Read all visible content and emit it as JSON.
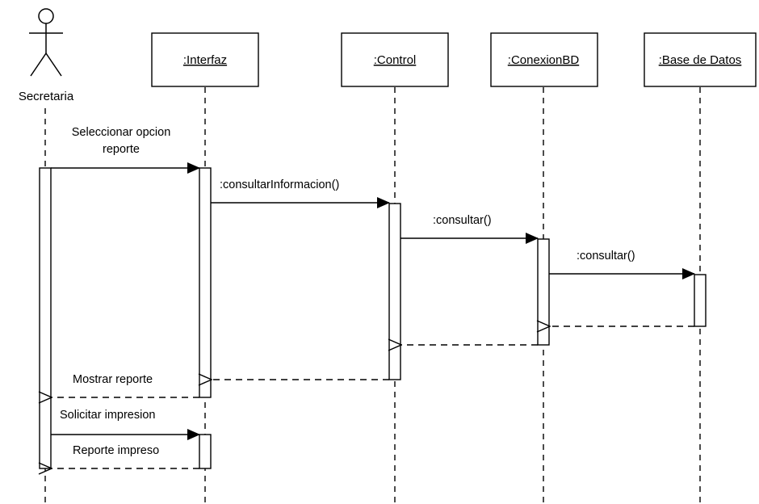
{
  "diagram": {
    "type": "uml-sequence",
    "actor": {
      "label": "Secretaria"
    },
    "participants": [
      {
        "id": "interfaz",
        "label": ":Interfaz"
      },
      {
        "id": "control",
        "label": ":Control"
      },
      {
        "id": "conexionbd",
        "label": ":ConexionBD"
      },
      {
        "id": "basedatos",
        "label": ":Base de Datos"
      }
    ],
    "messages": [
      {
        "id": "m1",
        "from": "secretaria",
        "to": "interfaz",
        "kind": "sync",
        "label_lines": [
          "Seleccionar opcion",
          "reporte"
        ]
      },
      {
        "id": "m2",
        "from": "interfaz",
        "to": "control",
        "kind": "sync",
        "label_lines": [
          ":consultarInformacion()"
        ]
      },
      {
        "id": "m3",
        "from": "control",
        "to": "conexionbd",
        "kind": "sync",
        "label_lines": [
          ":consultar()"
        ]
      },
      {
        "id": "m4",
        "from": "conexionbd",
        "to": "basedatos",
        "kind": "sync",
        "label_lines": [
          ":consultar()"
        ]
      },
      {
        "id": "m5",
        "from": "basedatos",
        "to": "conexionbd",
        "kind": "return",
        "label_lines": []
      },
      {
        "id": "m6",
        "from": "conexionbd",
        "to": "control",
        "kind": "return",
        "label_lines": []
      },
      {
        "id": "m7",
        "from": "control",
        "to": "interfaz",
        "kind": "return",
        "label_lines": []
      },
      {
        "id": "m8",
        "from": "interfaz",
        "to": "secretaria",
        "kind": "return",
        "label_lines": [
          "Mostrar reporte"
        ]
      },
      {
        "id": "m9",
        "from": "secretaria",
        "to": "interfaz",
        "kind": "sync",
        "label_lines": [
          "Solicitar impresion"
        ]
      },
      {
        "id": "m10",
        "from": "interfaz",
        "to": "secretaria",
        "kind": "return",
        "label_lines": [
          "Reporte impreso"
        ]
      }
    ]
  }
}
